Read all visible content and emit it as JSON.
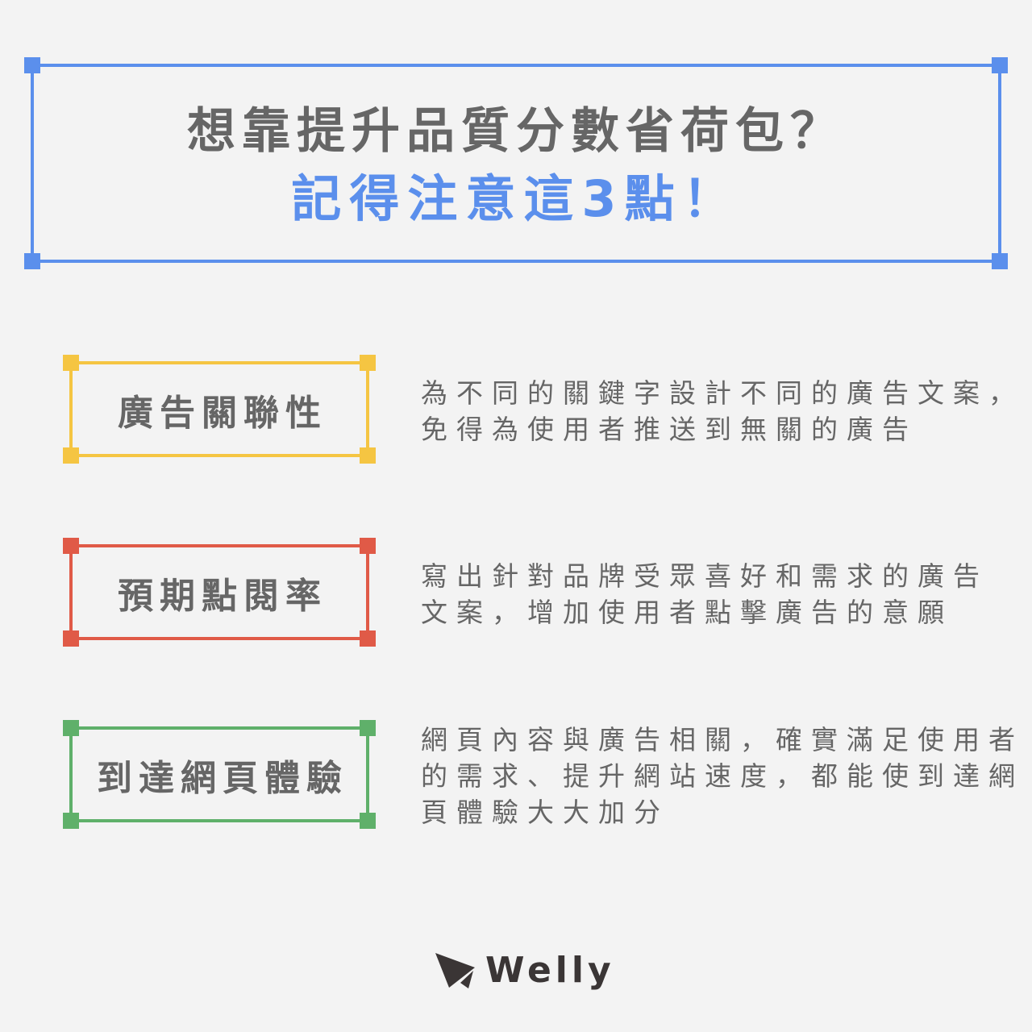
{
  "title": {
    "line1": "想靠提升品質分數省荷包？",
    "line2": "記得注意這3點！"
  },
  "colors": {
    "background": "#f3f3f3",
    "text": "#666666",
    "accent_blue": "#5b8fec",
    "yellow": "#f5c542",
    "red": "#e05a47",
    "green": "#5fb06a",
    "logo": "#3a3535"
  },
  "items": [
    {
      "label": "廣告關聯性",
      "color": "yellow",
      "description": [
        "為不同的關鍵字設計不同的廣告文案，",
        "免得為使用者推送到無關的廣告"
      ]
    },
    {
      "label": "預期點閱率",
      "color": "red",
      "description": [
        "寫出針對品牌受眾喜好和需求的廣告",
        "文案，增加使用者點擊廣告的意願"
      ]
    },
    {
      "label": "到達網頁體驗",
      "color": "green",
      "description": [
        "網頁內容與廣告相關，確實滿足使用者",
        "的需求、提升網站速度，都能使到達網",
        "頁體驗大大加分"
      ]
    }
  ],
  "logo": {
    "icon": "paper-plane-icon",
    "text": "Welly"
  }
}
